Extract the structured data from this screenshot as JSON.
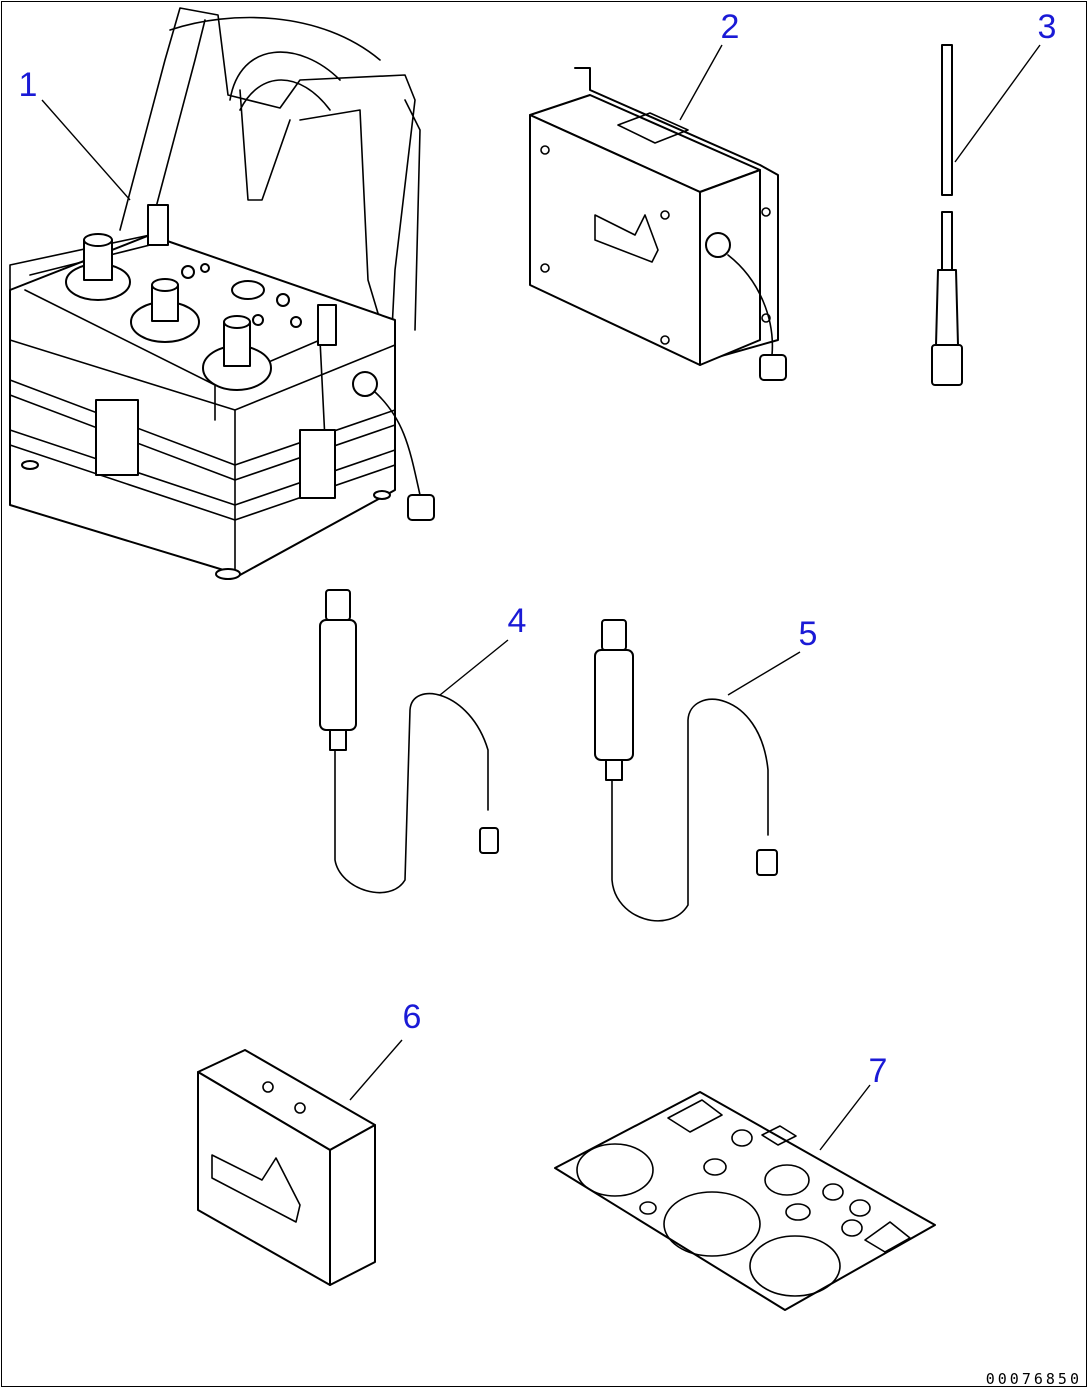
{
  "callouts": [
    "1",
    "2",
    "3",
    "4",
    "5",
    "6",
    "7"
  ],
  "drawing_code": "00076850"
}
